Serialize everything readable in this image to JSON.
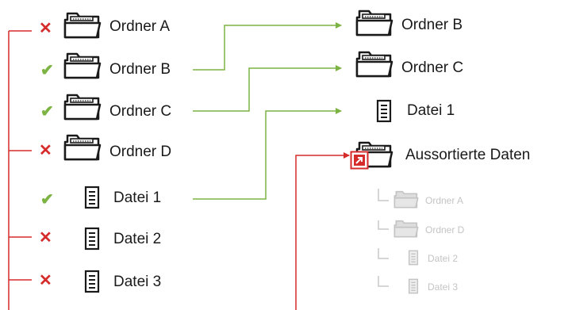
{
  "source": {
    "items": [
      {
        "name": "Ordner A",
        "type": "folder",
        "status": "rejected"
      },
      {
        "name": "Ordner B",
        "type": "folder",
        "status": "accepted"
      },
      {
        "name": "Ordner C",
        "type": "folder",
        "status": "accepted"
      },
      {
        "name": "Ordner D",
        "type": "folder",
        "status": "rejected"
      },
      {
        "name": "Datei 1",
        "type": "file",
        "status": "accepted"
      },
      {
        "name": "Datei 2",
        "type": "file",
        "status": "rejected"
      },
      {
        "name": "Datei 3",
        "type": "file",
        "status": "rejected"
      }
    ]
  },
  "target": {
    "items": [
      {
        "name": "Ordner B",
        "type": "folder"
      },
      {
        "name": "Ordner C",
        "type": "folder"
      },
      {
        "name": "Datei 1",
        "type": "file"
      },
      {
        "name": "Aussortierte Daten",
        "type": "shortcut-folder"
      }
    ],
    "sorted_out": [
      {
        "name": "Ordner A",
        "type": "folder"
      },
      {
        "name": "Ordner D",
        "type": "folder"
      },
      {
        "name": "Datei 2",
        "type": "file"
      },
      {
        "name": "Datei 3",
        "type": "file"
      }
    ]
  },
  "colors": {
    "accept": "#7cb342",
    "reject": "#d62b2b",
    "text": "#1a1a1a",
    "faded": "#c4c4c4"
  },
  "icons": {
    "accept": "checkmark-icon",
    "reject": "cross-icon",
    "folder": "folder-icon",
    "file": "document-icon",
    "shortcut": "shortcut-arrow-icon"
  }
}
